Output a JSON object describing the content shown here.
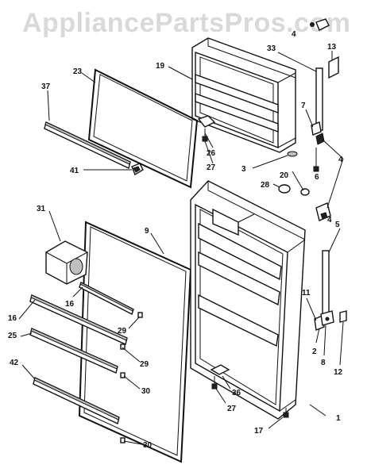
{
  "watermark": "AppliancePartsPros.com",
  "callouts": [
    {
      "id": "c1",
      "text": "1"
    },
    {
      "id": "c2",
      "text": "2"
    },
    {
      "id": "c3",
      "text": "3"
    },
    {
      "id": "c4a",
      "text": "4"
    },
    {
      "id": "c4b",
      "text": "4"
    },
    {
      "id": "c4c",
      "text": "4"
    },
    {
      "id": "c5",
      "text": "5"
    },
    {
      "id": "c6",
      "text": "6"
    },
    {
      "id": "c7",
      "text": "7"
    },
    {
      "id": "c8",
      "text": "8"
    },
    {
      "id": "c9",
      "text": "9"
    },
    {
      "id": "c11",
      "text": "11"
    },
    {
      "id": "c12",
      "text": "12"
    },
    {
      "id": "c13",
      "text": "13"
    },
    {
      "id": "c16a",
      "text": "16"
    },
    {
      "id": "c16b",
      "text": "16"
    },
    {
      "id": "c17",
      "text": "17"
    },
    {
      "id": "c19",
      "text": "19"
    },
    {
      "id": "c20",
      "text": "20"
    },
    {
      "id": "c23",
      "text": "23"
    },
    {
      "id": "c25",
      "text": "25"
    },
    {
      "id": "c26",
      "text": "26"
    },
    {
      "id": "c27a",
      "text": "27"
    },
    {
      "id": "c27b",
      "text": "27"
    },
    {
      "id": "c28",
      "text": "28"
    },
    {
      "id": "c29a",
      "text": "29"
    },
    {
      "id": "c29b",
      "text": "29"
    },
    {
      "id": "c30a",
      "text": "30"
    },
    {
      "id": "c30b",
      "text": "30"
    },
    {
      "id": "c31",
      "text": "31"
    },
    {
      "id": "c33",
      "text": "33"
    },
    {
      "id": "c36",
      "text": "36"
    },
    {
      "id": "c37",
      "text": "37"
    },
    {
      "id": "c41",
      "text": "41"
    },
    {
      "id": "c42",
      "text": "42"
    }
  ]
}
